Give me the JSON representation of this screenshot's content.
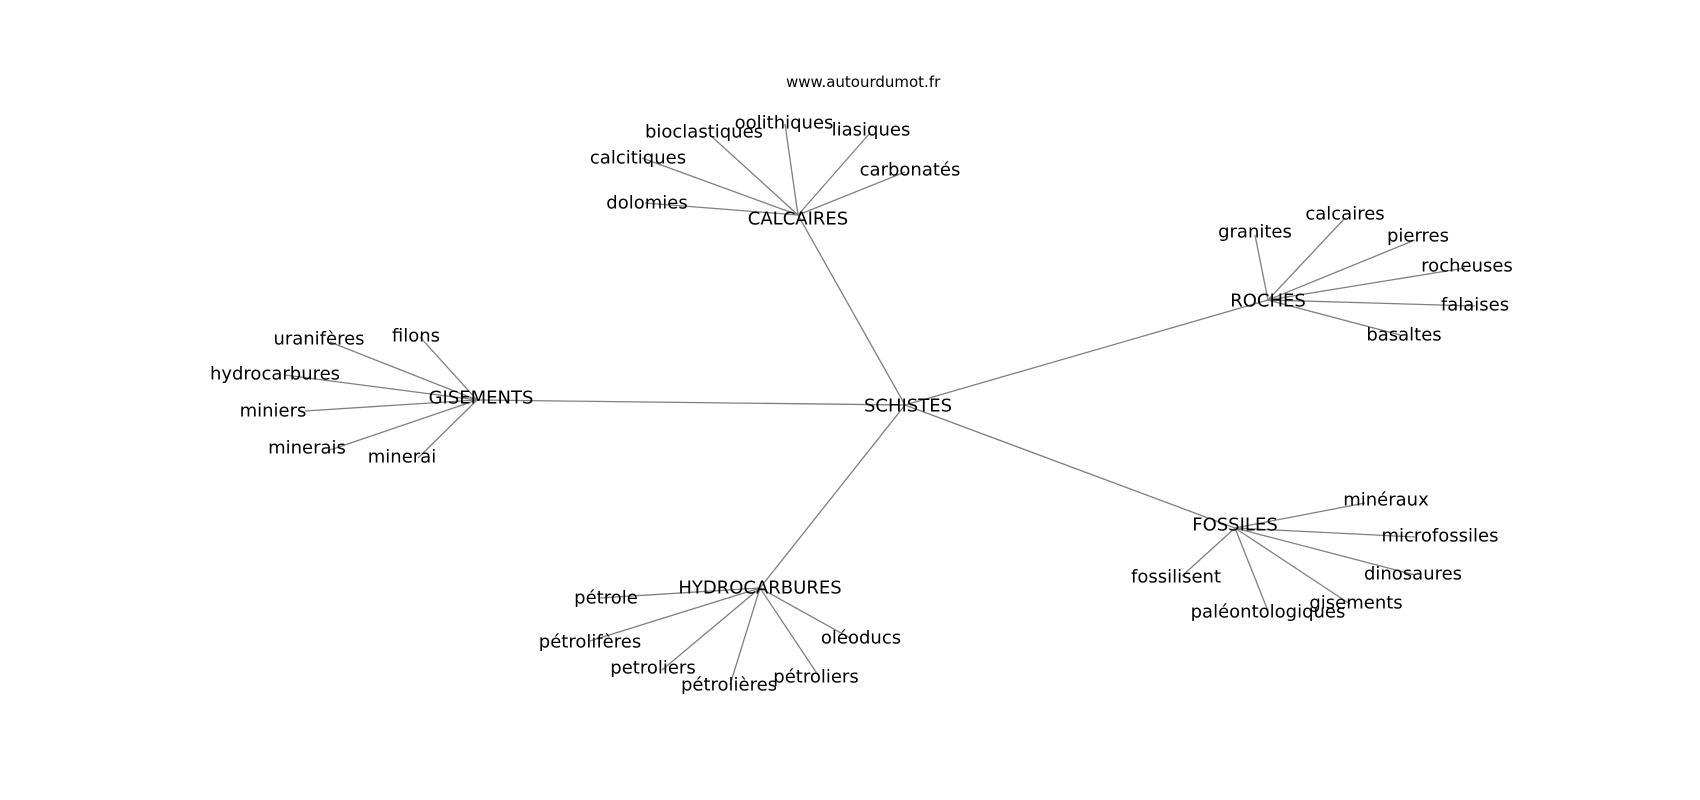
{
  "source": "www.autourdumot.fr",
  "graph": {
    "center": "SCHISTES",
    "clusters": [
      {
        "hub": "CALCAIRES",
        "leaves": [
          "dolomies",
          "calcitiques",
          "bioclastiques",
          "oolithiques",
          "liasiques",
          "carbonatés"
        ]
      },
      {
        "hub": "ROCHES",
        "leaves": [
          "granites",
          "calcaires",
          "pierres",
          "rocheuses",
          "falaises",
          "basaltes"
        ]
      },
      {
        "hub": "GISEMENTS",
        "leaves": [
          "uranifères",
          "filons",
          "hydrocarbures",
          "miniers",
          "minerais",
          "minerai"
        ]
      },
      {
        "hub": "FOSSILES",
        "leaves": [
          "minéraux",
          "microfossiles",
          "dinosaures",
          "gisements",
          "paléontologiques",
          "fossilisent"
        ]
      },
      {
        "hub": "HYDROCARBURES",
        "leaves": [
          "pétrole",
          "pétrolifères",
          "petroliers",
          "pétrolières",
          "pétroliers",
          "oléoducs"
        ]
      }
    ]
  }
}
